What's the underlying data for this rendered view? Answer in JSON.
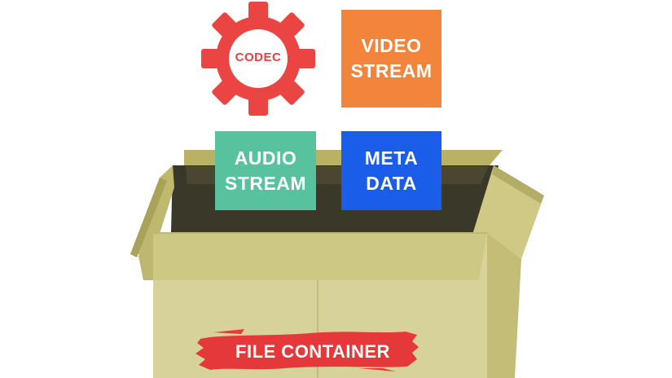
{
  "codec": {
    "label": "CODEC",
    "color": "#ea4542",
    "icon": "gear-icon"
  },
  "video_stream": {
    "line1": "VIDEO",
    "line2": "STREAM",
    "color": "#f2853b"
  },
  "audio_stream": {
    "line1": "AUDIO",
    "line2": "STREAM",
    "color": "#58c29f"
  },
  "meta_data": {
    "line1": "META",
    "line2": "DATA",
    "color": "#1a5de8"
  },
  "file_container": {
    "label": "FILE CONTAINER",
    "banner_color": "#e5383b",
    "box_color": "#d4cf8d",
    "icon": "cardboard-box-icon"
  }
}
